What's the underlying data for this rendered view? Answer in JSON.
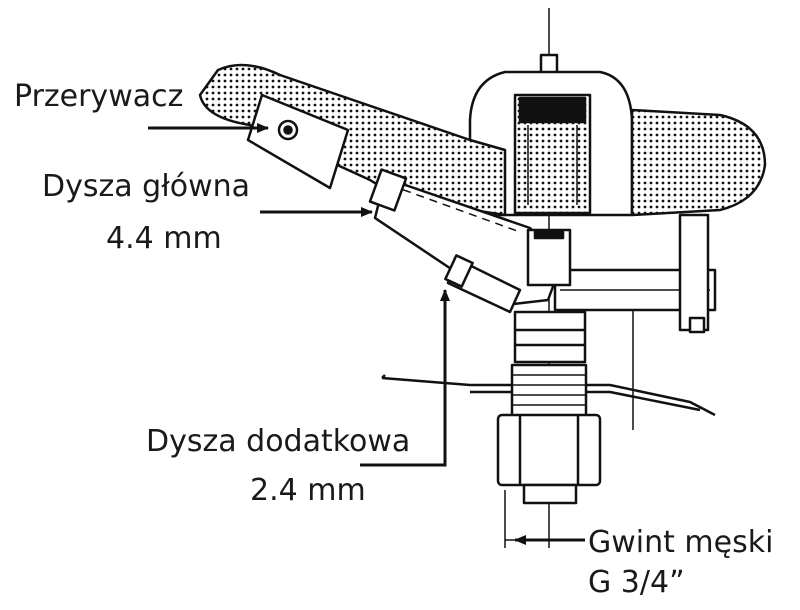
{
  "labels": {
    "interrupter": "Przerywacz",
    "main_nozzle": "Dysza główna",
    "main_nozzle_size": "4.4 mm",
    "aux_nozzle": "Dysza dodatkowa",
    "aux_nozzle_size": "2.4 mm",
    "thread": "Gwint męski",
    "thread_size": "G 3/4”"
  }
}
